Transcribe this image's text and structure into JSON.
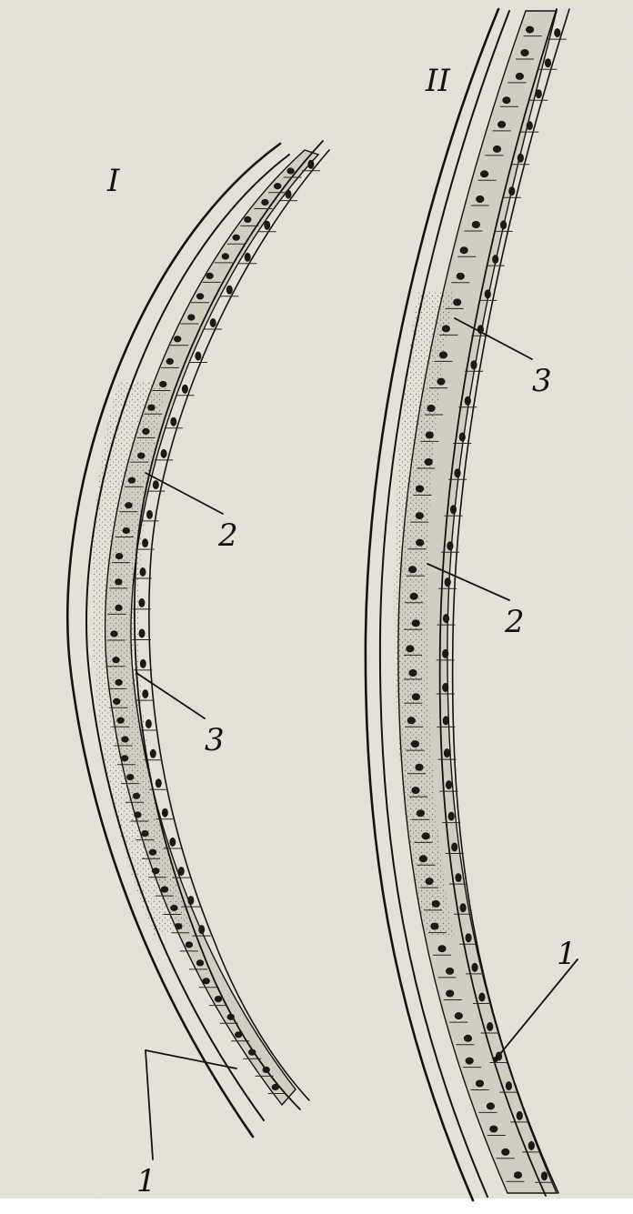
{
  "figure": {
    "panel_i_label": "I",
    "panel_ii_label": "II",
    "panel_i_callouts": [
      "1",
      "2",
      "3"
    ],
    "panel_ii_callouts": [
      "1",
      "2",
      "3"
    ],
    "colors": {
      "paper": "#e8e4da",
      "ink": "#141210",
      "cytoplasm": "#d2cdc1"
    }
  }
}
